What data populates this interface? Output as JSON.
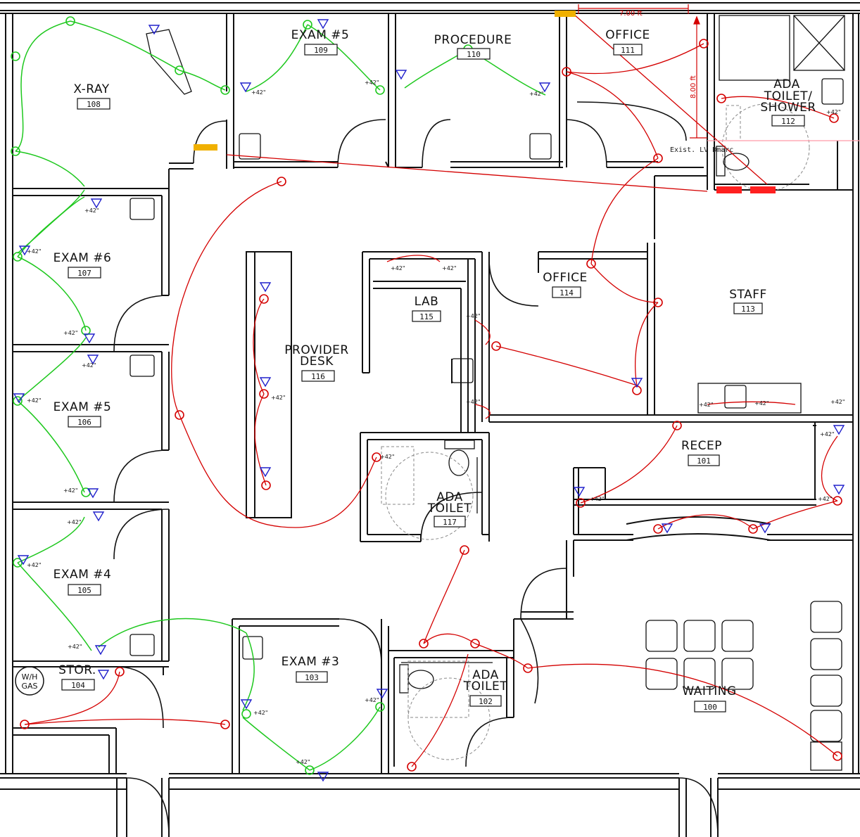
{
  "rooms": [
    {
      "key": "xray",
      "name": "X-RAY",
      "number": "108"
    },
    {
      "key": "exam5a",
      "name": "EXAM #5",
      "number": "109"
    },
    {
      "key": "procedure",
      "name": "PROCEDURE",
      "number": "110"
    },
    {
      "key": "office111",
      "name": "OFFICE",
      "number": "111"
    },
    {
      "key": "adashower",
      "name": "ADA TOILET/ SHOWER",
      "number": "112"
    },
    {
      "key": "exam6",
      "name": "EXAM #6",
      "number": "107"
    },
    {
      "key": "exam5b",
      "name": "EXAM #5",
      "number": "106"
    },
    {
      "key": "exam4",
      "name": "EXAM #4",
      "number": "105"
    },
    {
      "key": "stor",
      "name": "STOR.",
      "number": "104"
    },
    {
      "key": "lab",
      "name": "LAB",
      "number": "115"
    },
    {
      "key": "provider",
      "name": "PROVIDER DESK",
      "number": "116"
    },
    {
      "key": "office114",
      "name": "OFFICE",
      "number": "114"
    },
    {
      "key": "staff",
      "name": "STAFF",
      "number": "113"
    },
    {
      "key": "recep",
      "name": "RECEP",
      "number": "101"
    },
    {
      "key": "adatoilet117",
      "name": "ADA TOILET",
      "number": "117"
    },
    {
      "key": "exam3",
      "name": "EXAM #3",
      "number": "103"
    },
    {
      "key": "adatoilet102",
      "name": "ADA TOILET",
      "number": "102"
    },
    {
      "key": "waiting",
      "name": "WAITING",
      "number": "100"
    }
  ],
  "annotations": {
    "dim_horizontal": "7.00 ft",
    "dim_vertical": "8.00 ft",
    "demarc": "Exist. LV Dmarc",
    "wh_gas_line1": "W/H",
    "wh_gas_line2": "GAS",
    "mount_height": "+42\""
  },
  "colors": {
    "wall": "#111111",
    "data_circuit": "#d40000",
    "wireless_circuit": "#1ec81e",
    "device_triangle": "#2020cc",
    "marker": "#f0b000"
  },
  "legend_devices": [
    "data-outlet-icon",
    "wifi-access-point-icon",
    "jack-triangle-icon"
  ]
}
